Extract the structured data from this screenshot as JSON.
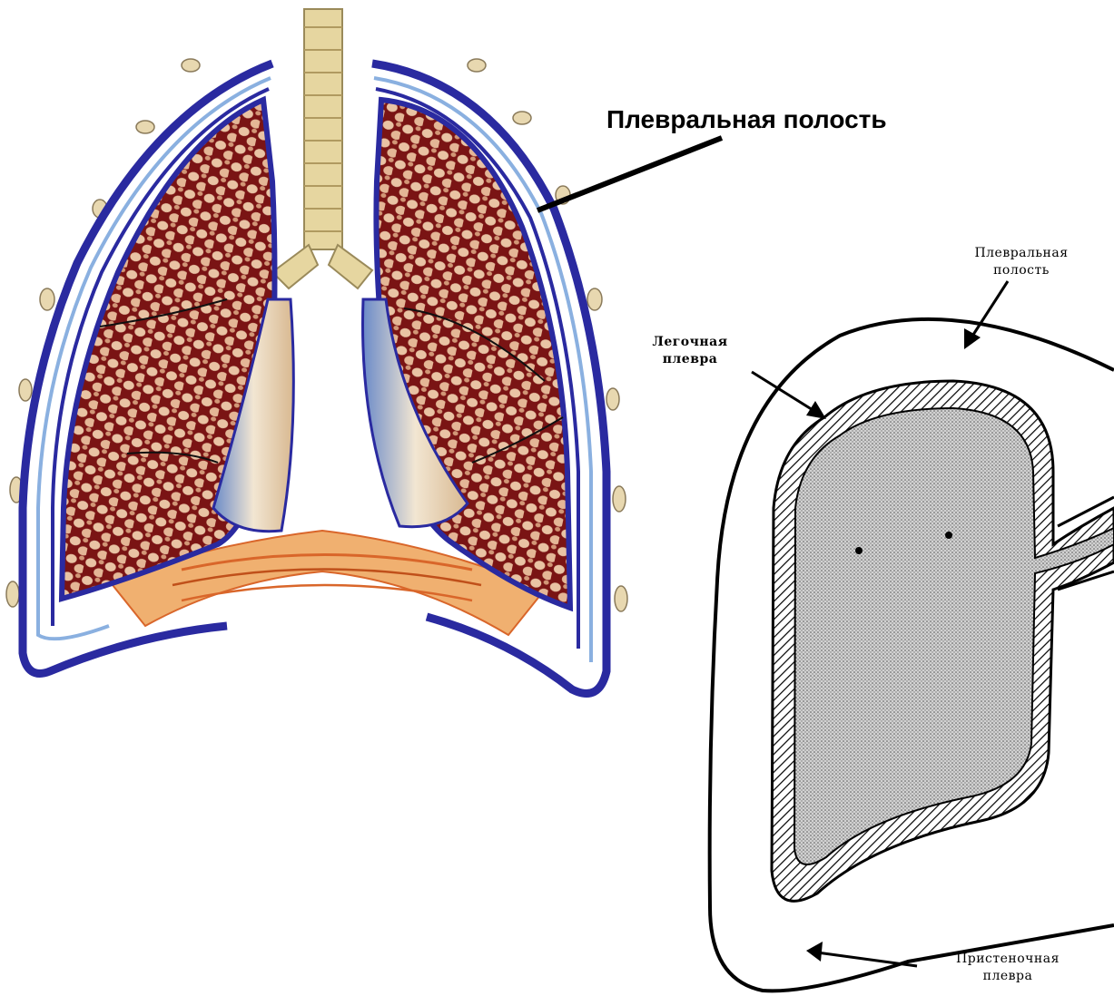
{
  "labels": {
    "pleural_cavity_main": "Плевральная полость",
    "schematic": {
      "pleural_cavity": [
        "Плевральная",
        "полость"
      ],
      "visceral_pleura": [
        "Легочная",
        "плевра"
      ],
      "parietal_pleura": [
        "Пристеночная",
        "плевра"
      ]
    }
  },
  "colors": {
    "lung_tissue": "#7a1414",
    "alveoli": "#f2d2b0",
    "pleura_blue": "#2a2aa0",
    "pleura_light": "#8ab0e0",
    "diaphragm": "#d9662a",
    "trachea": "#e6d6a0",
    "ink": "#000000",
    "lung_fill_schematic": "#c8c8c8"
  }
}
